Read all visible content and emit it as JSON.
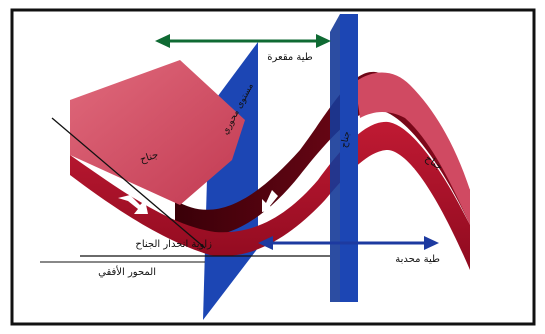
{
  "labels": {
    "anticline": "طية محدبة",
    "syncline": "طية مقعرة",
    "axial_plane": "مستوى محوري",
    "limb_left": "جناح",
    "limb_right": "جناح",
    "limb_middle": "جناح",
    "hinge_axis": "زاوية انحدار الجناح",
    "horizontal_axis": "المحور الأفقي"
  },
  "colors": {
    "frame": "#111111",
    "fold_top": "#d2485f",
    "fold_front": "#b0102a",
    "fold_shadow": "#5a0412",
    "plane": "#1c46b4",
    "arrow_green": "#0f6a33",
    "arrow_blue": "#1d3aa0"
  }
}
